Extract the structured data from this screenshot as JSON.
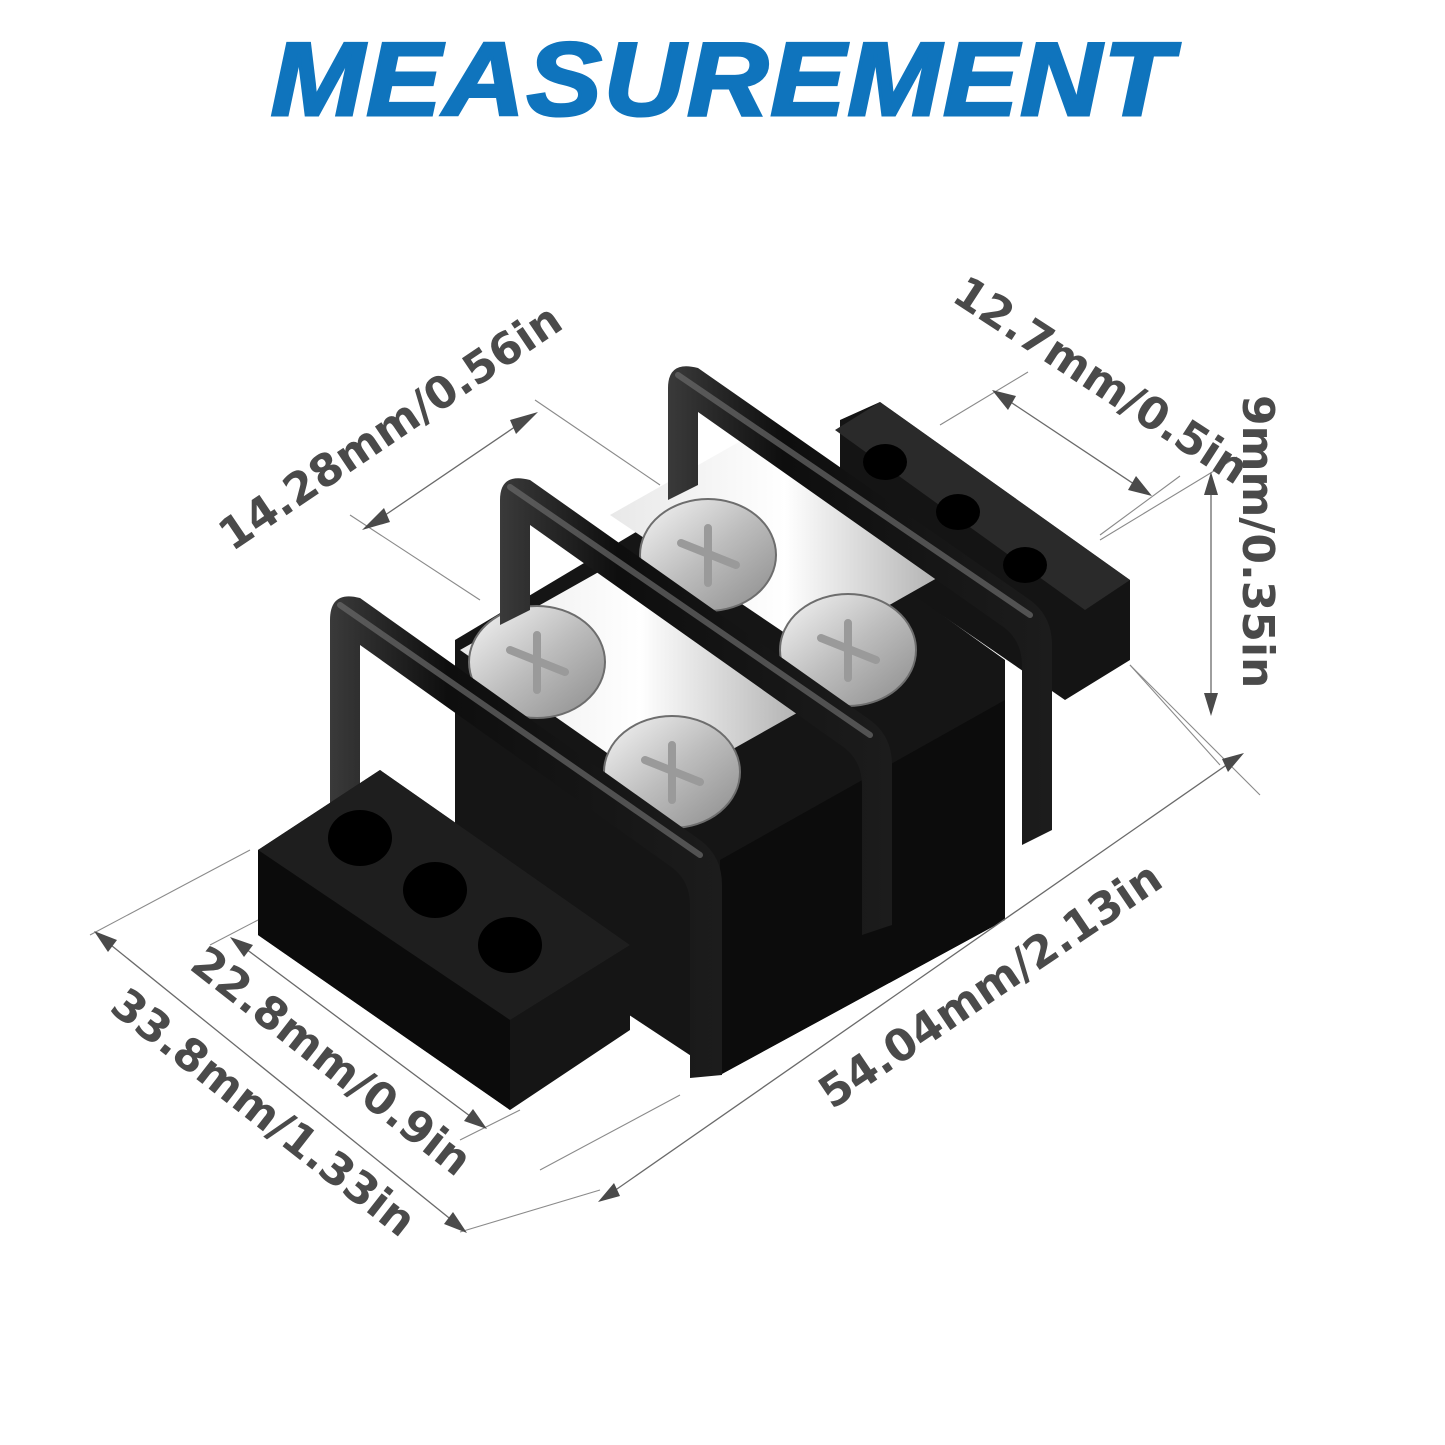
{
  "title": "MEASUREMENT",
  "colors": {
    "title_blue": "#0f74bd",
    "label_gray": "#4a4a4a",
    "product_black": "#111111",
    "screw_silver": "#d9d9d9",
    "background": "#ffffff"
  },
  "product": {
    "name": "2-position barrier terminal block",
    "screws": 4,
    "barriers": 3,
    "mounting_holes_per_end": 3
  },
  "dimensions": {
    "pitch": "14.28mm/0.56in",
    "barrier_gap": "12.7mm/0.5in",
    "height": "9mm/0.35in",
    "inner_width": "22.8mm/0.9in",
    "total_width": "33.8mm/1.33in",
    "length": "54.04mm/2.13in"
  }
}
